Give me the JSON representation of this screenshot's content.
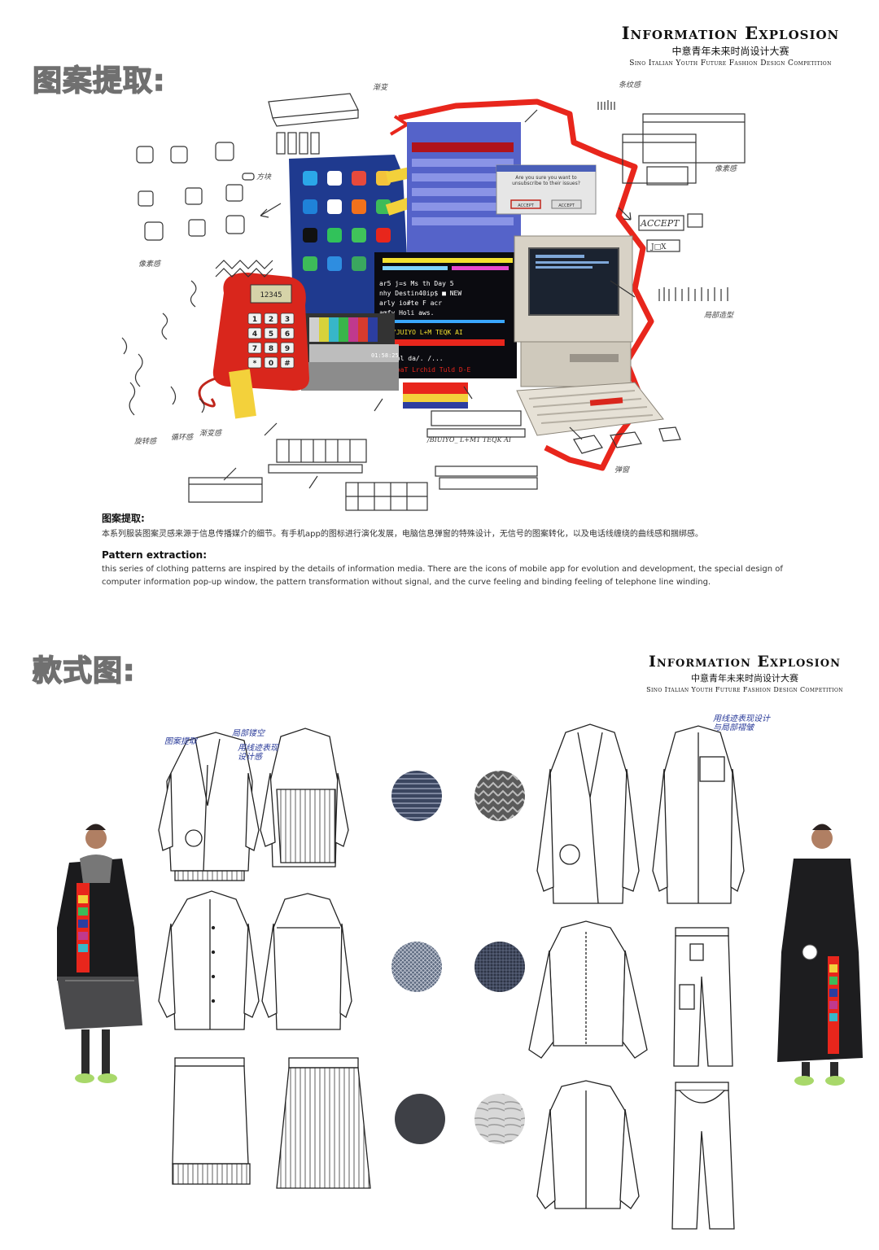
{
  "brand": {
    "title": "Information Explosion",
    "subtitle_cn": "中意青年未来时尚设计大赛",
    "subtitle_en": "Sino Italian Youth Future Fashion Design Competition"
  },
  "section1": {
    "heading": "图案提取:",
    "collage": {
      "popup_text": "Are you sure you want to unsubscribe to their issues?",
      "popup_accept": "ACCEPT",
      "popup_cancel": "ACCEPT",
      "glitch_lines": [
        "ar5 j=s Ms th Day 5",
        "nhy Destin40ip$ ■ NEW",
        "arly io#te F acr",
        "amfy Holi aws.",
        "/JUIYO  L+M TEQK AI",
        "/ol da/. /...",
        "LoaT Lrchid Tuld D-E"
      ],
      "sketch_labels": [
        "ACCEPT",
        "J□X",
        "/BIUIYO_  L+M1  TEQK AI"
      ],
      "phone_label": "12345",
      "phone_keys": [
        "1",
        "2",
        "3",
        "4",
        "5",
        "6",
        "7",
        "8",
        "9",
        "*",
        "0",
        "#"
      ],
      "clock": "01:58:25",
      "notes": [
        "渐变",
        "条纹感",
        "像素感",
        "方块",
        "像素感",
        "局部造型",
        "旋转感",
        "循环感",
        "弹窗",
        "渐变感"
      ]
    },
    "caption_cn_title": "图案提取:",
    "caption_cn_body": "本系列服装图案灵感来源于信息传播媒介的细节。有手机app的图标进行演化发展，电脑信息弹窗的特殊设计，无信号的图案转化，以及电话线缠绕的曲线感和捆绑感。",
    "caption_en_title": "Pattern extraction:",
    "caption_en_body": " this series of clothing patterns are inspired by the details of information media. There are the icons of mobile app for evolution and development, the special design of computer information pop-up window, the pattern transformation without signal, and the curve feeling and binding feeling of telephone line winding."
  },
  "section2": {
    "heading": "款式图:",
    "notes": {
      "left_a": "图案提取",
      "left_b": "局部镂空",
      "left_c": "用线迹表现设计感",
      "right": "用线迹表现设计与局部褶皱"
    }
  },
  "colors": {
    "heading_gray": "#707070",
    "accent_red": "#e8261c",
    "collage_blue": "#1f3a8f",
    "note_blue": "#2a3b9a",
    "shoe_green": "#a8d86a"
  }
}
